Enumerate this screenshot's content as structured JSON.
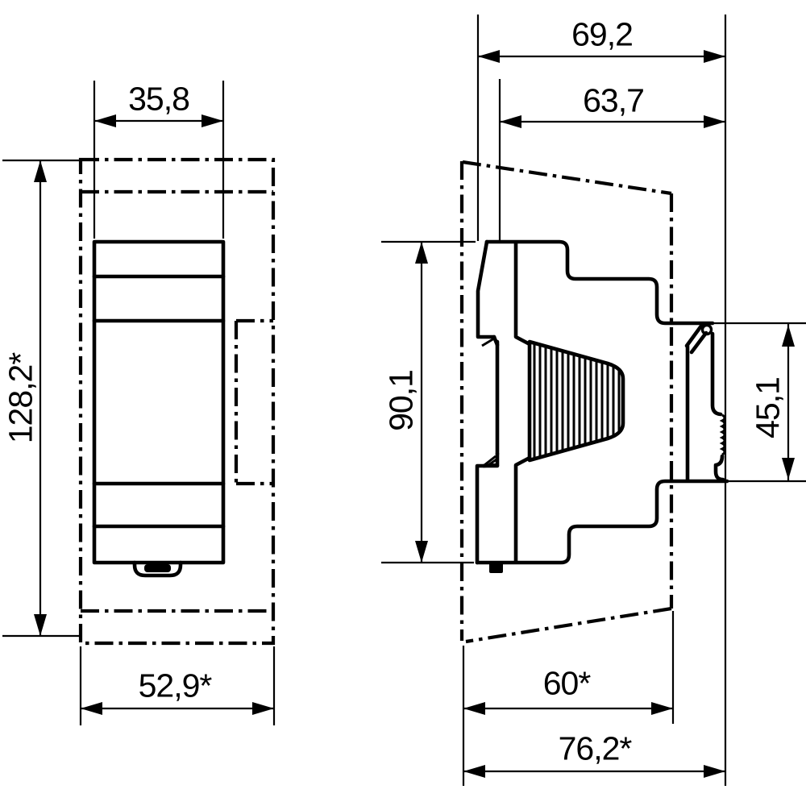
{
  "drawing": {
    "kind": "technical-dimension-drawing",
    "colors": {
      "background": "#ffffff",
      "line": "#000000",
      "text": "#000000"
    },
    "views": {
      "front": "front-view",
      "side": "side-view"
    },
    "dims": {
      "front_width_top": {
        "value": "35,8"
      },
      "front_height": {
        "value": "128,2*"
      },
      "front_width_bottom": {
        "value": "52,9*"
      },
      "side_depth_total": {
        "value": "69,2"
      },
      "side_depth_upper": {
        "value": "63,7"
      },
      "side_body_height": {
        "value": "90,1"
      },
      "side_rail_height": {
        "value": "45,1"
      },
      "side_depth_lower": {
        "value": "60*"
      },
      "side_depth_max": {
        "value": "76,2*"
      }
    }
  }
}
